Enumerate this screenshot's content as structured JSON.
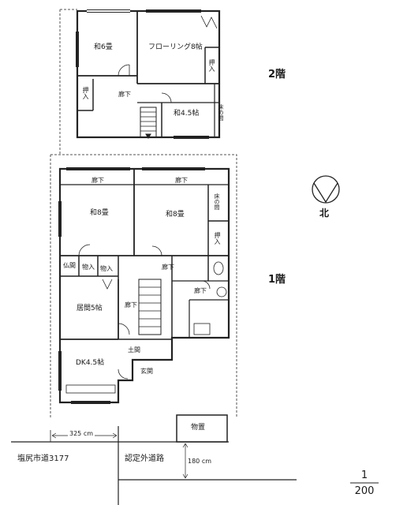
{
  "floors": {
    "second": "2階",
    "first": "1階"
  },
  "compass": {
    "north": "北"
  },
  "second_floor_rooms": {
    "washitsu6": "和6畳",
    "flooring8": "フローリング8帖",
    "oshiire_right": "押入",
    "oshiire_left": "押入",
    "rouka": "廊下",
    "washitsu45": "和4.5帖",
    "tokonoma": "床の間"
  },
  "first_floor_rooms": {
    "rouka_top_left": "廊下",
    "rouka_top_right": "廊下",
    "washitsu8_left": "和8畳",
    "washitsu8_right": "和8畳",
    "tokonoma": "床の間",
    "oshiire": "押入",
    "butsuma": "仏間",
    "monoire1": "物入",
    "monoire2": "物入",
    "rouka_mid": "廊下",
    "rouka_right": "廊下",
    "ima5": "居間5帖",
    "rouka_center": "廊下",
    "doma": "土間",
    "dk45": "DK4.5帖",
    "genkan": "玄関",
    "monooki": "物置"
  },
  "dimensions": {
    "frontage": "325 cm",
    "road_width": "180 cm"
  },
  "roads": {
    "city_road": "塩尻市道3177",
    "private_road": "認定外道路"
  },
  "scale": {
    "numerator": "1",
    "denominator": "200"
  }
}
